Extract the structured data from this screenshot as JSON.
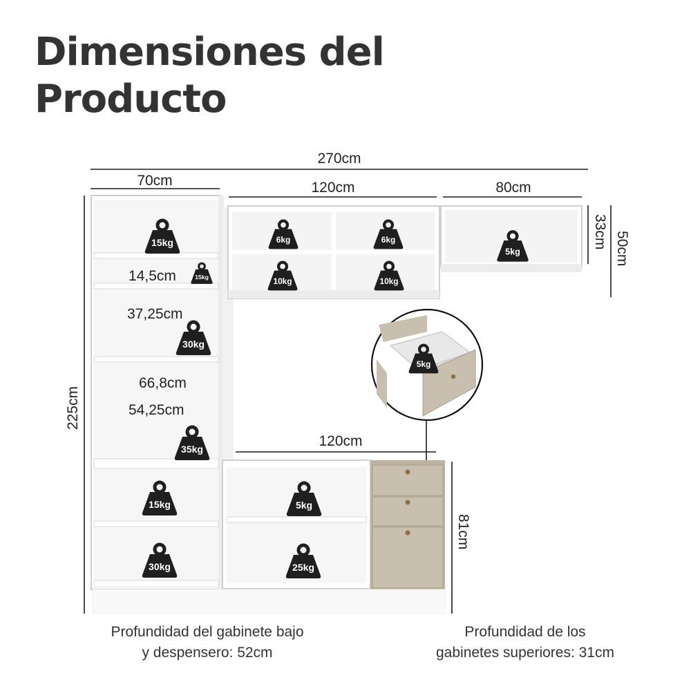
{
  "title": {
    "line1": "Dimensiones del",
    "line2": "Producto"
  },
  "dimensions": {
    "total_width": "270cm",
    "pantry_width": "70cm",
    "upper_middle_width": "120cm",
    "upper_right_width": "80cm",
    "upper_height_inner": "33cm",
    "upper_height_outer": "50cm",
    "total_height": "225cm",
    "shelf_gap_1": "14,5cm",
    "shelf_gap_2": "37,25cm",
    "inner_width": "66,8cm",
    "shelf_gap_3": "54,25cm",
    "counter_width": "120cm",
    "base_height": "81cm"
  },
  "weights": {
    "pantry_top": "15kg",
    "pantry_small": "15kg",
    "pantry_mid": "30kg",
    "pantry_low": "35kg",
    "pantry_base_top": "15kg",
    "pantry_base_bottom": "30kg",
    "upper_mid_tl": "6kg",
    "upper_mid_tr": "6kg",
    "upper_mid_bl": "10kg",
    "upper_mid_br": "10kg",
    "upper_right": "5kg",
    "drawer_detail": "5kg",
    "base_mid_top": "5kg",
    "base_mid_bottom": "25kg"
  },
  "notes": {
    "base_depth_line1": "Profundidad del gabinete bajo",
    "base_depth_line2": "y despensero: 52cm",
    "upper_depth_line1": "Profundidad de los",
    "upper_depth_line2": "gabinetes superiores: 31cm"
  },
  "colors": {
    "cabinet": "#ffffff",
    "cabinet_edge": "#cfcfcf",
    "cabinet_shade": "#f2f2f2",
    "door_taupe": "#c9bfae",
    "knob": "#8a6f47",
    "weight_icon": "#1f1f1f",
    "line": "#1a1a1a"
  }
}
